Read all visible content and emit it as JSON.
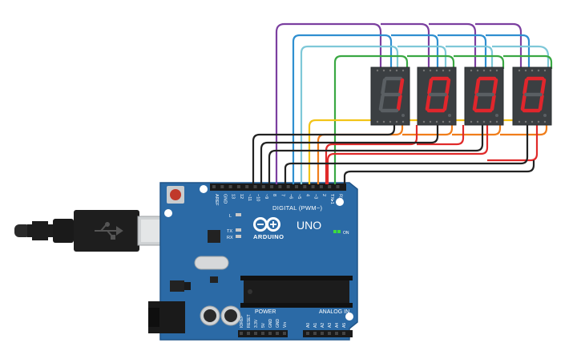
{
  "board": {
    "brand": "ARDUINO",
    "model": "UNO",
    "digital_header_label": "DIGITAL (PWM~)",
    "analog_header_label": "ANALOG IN",
    "power_header_label": "POWER",
    "on_label": "ON",
    "led_labels": {
      "l": "L",
      "tx": "TX",
      "rx": "RX"
    },
    "top_pins": [
      "AREF",
      "GND",
      "13",
      "12",
      "~11",
      "~10",
      "~9",
      "8",
      "7",
      "~6",
      "~5",
      "4",
      "~3",
      "2",
      "TX▸1",
      "RX◂0"
    ],
    "power_pins": [
      "IOREF",
      "RESET",
      "3.3V",
      "5V",
      "GND",
      "GND",
      "Vin"
    ],
    "analog_pins": [
      "A0",
      "A1",
      "A2",
      "A3",
      "A4",
      "A5"
    ],
    "colors": {
      "pcb": "#2b6aa6",
      "pcb_dark": "#1f5488",
      "header": "#1a1a1a"
    }
  },
  "displays": {
    "digits": [
      "1",
      "0",
      "0",
      "0"
    ],
    "segment_on_color": "#e0262c",
    "segment_off_color": "#5a5f63",
    "body_color": "#3b3f42"
  },
  "wires": {
    "colors": [
      "#7b3fa0",
      "#2f8fd0",
      "#7ec8d8",
      "#3aa843",
      "#f2c418",
      "#f07d1a",
      "#e02a2a",
      "#222222"
    ]
  }
}
